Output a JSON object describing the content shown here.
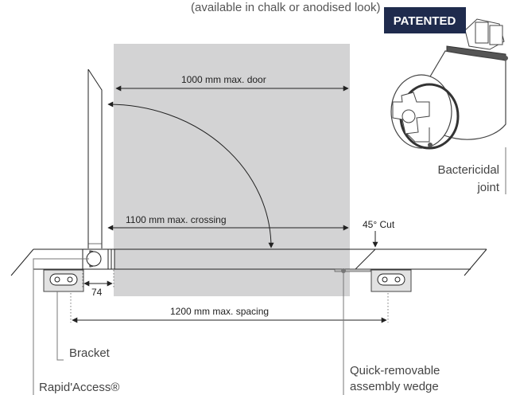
{
  "top_caption": "(available in chalk or anodised look)",
  "badge": "PATENTED",
  "dimensions": {
    "door": "1000 mm max. door",
    "crossing": "1100 mm max. crossing",
    "spacing": "1200 mm max. spacing",
    "offset": "74",
    "cut": "45° Cut"
  },
  "labels": {
    "joint_line1": "Bactericidal",
    "joint_line2": "joint",
    "bracket": "Bracket",
    "rapid_access": "Rapid'Access®",
    "wedge_line1": "Quick-removable",
    "wedge_line2": "assembly wedge"
  },
  "colors": {
    "door_area": "#d3d3d4",
    "badge_bg": "#1f2b4d",
    "badge_text": "#ffffff"
  }
}
